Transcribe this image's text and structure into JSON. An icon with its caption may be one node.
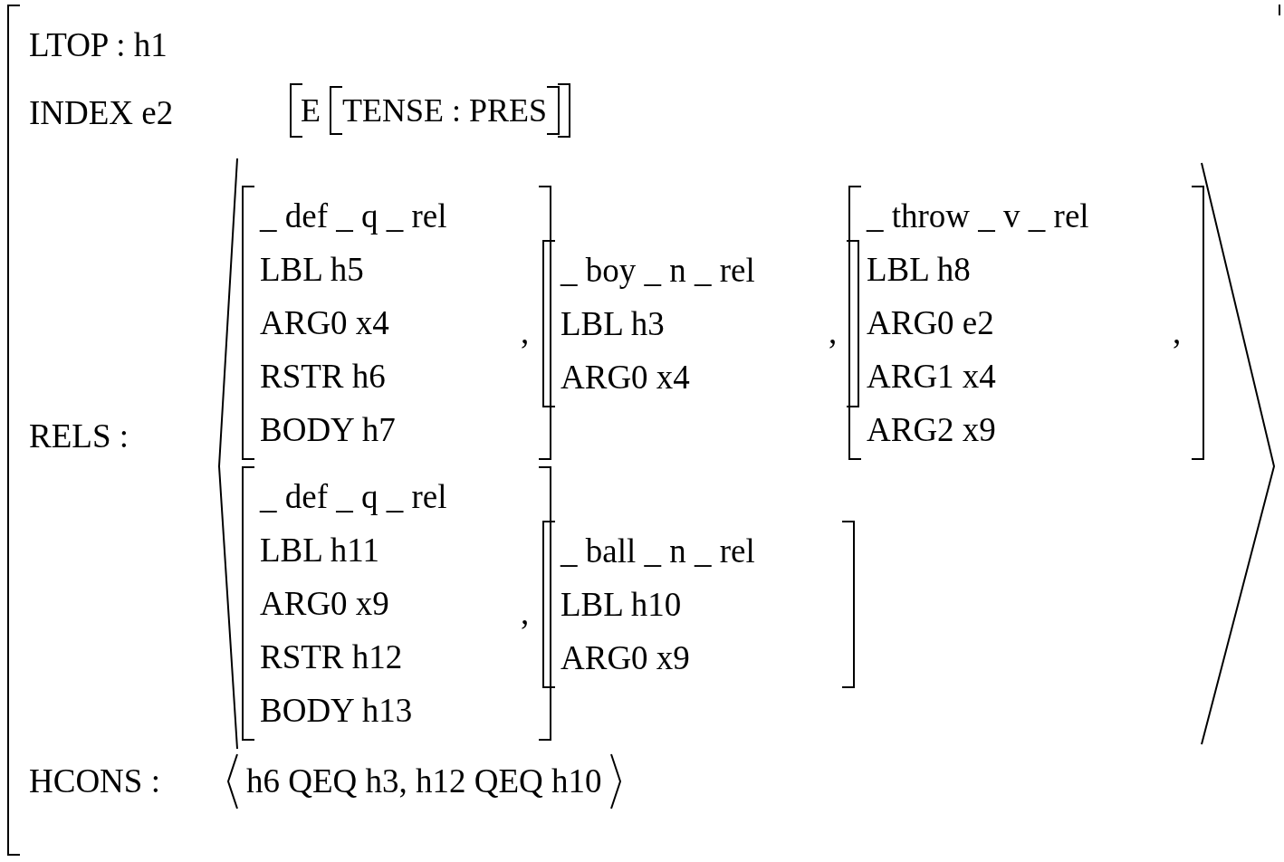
{
  "diagram": {
    "nodes": [
      {
        "text": [
          "LTOP : h1",
          "INDEX e2",
          "RELS :",
          "HCONS :",
          "h6 QEQ h3, h12 QEQ h10"
        ]
      },
      {
        "text": [
          "E"
        ],
        "in": 0
      },
      {
        "text": [
          "TENSE : PRES"
        ],
        "in": 1
      },
      {
        "text": [
          "_ def _ q _ rel",
          "LBL h5",
          "ARG0 x4",
          "RSTR h6",
          "BODY h7"
        ],
        "in": 0
      },
      {
        "text": [
          "_ boy _ n _ rel",
          "LBL h3",
          "ARG0 x4"
        ],
        "in": 0
      },
      {
        "text": [
          "_ throw _ v _ rel",
          "LBL h8",
          "ARG0 e2",
          "ARG1 x4",
          "ARG2 x9"
        ],
        "in": 0
      },
      {
        "text": [
          "_ def _ q _ rel",
          "LBL h11",
          "ARG0 x9",
          "RSTR h12",
          "BODY h13"
        ],
        "in": 0
      },
      {
        "text": [
          "_ ball _ n _ rel",
          "LBL h10",
          "ARG0 x9"
        ],
        "in": 0
      }
    ],
    "labels": [
      ",",
      ",",
      ",",
      ","
    ]
  }
}
